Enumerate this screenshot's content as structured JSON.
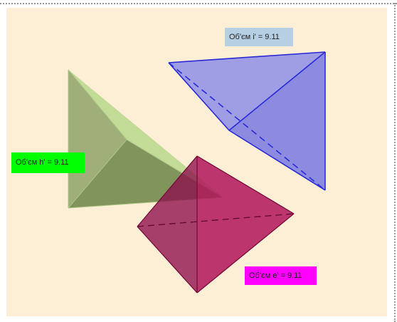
{
  "labels": {
    "volume_i": "Об'єм i' = 9.11",
    "volume_h": "Об'єм h' = 9.11",
    "volume_e": "Об'єм e' = 9.11"
  },
  "colors": {
    "canvas_background": "#fdeed6",
    "tetra_i_fill": "#7f7fe0",
    "tetra_i_edge": "#2a2ad8",
    "tetra_h_fill": "#8fa36a",
    "tetra_h_face_light": "#c5e09a",
    "tetra_e_fill": "#b0155a",
    "tetra_e_edge": "#7a0a3a",
    "label_i_bg": "#b7cfe3",
    "label_h_bg": "#00ff00",
    "label_e_bg": "#ff00ff"
  }
}
